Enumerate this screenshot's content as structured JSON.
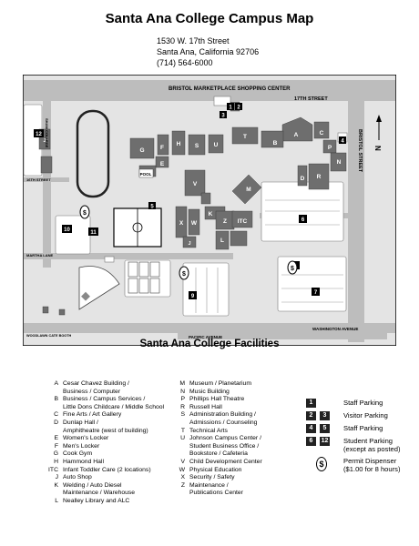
{
  "header": {
    "title": "Santa Ana College Campus Map",
    "address_line1": "1530 W. 17th Street",
    "address_line2": "Santa Ana, California 92706",
    "phone": "(714) 564-6000"
  },
  "map": {
    "streets": {
      "top": "BRISTOL MARKETPLACE SHOPPING CENTER",
      "seventeenth": "17TH STREET",
      "right": "BRISTOL STREET",
      "bottom": "WASHINGTON AVENUE",
      "pacific": "PACIFIC AVENUE",
      "left_ave": "SHAW COLLEGE",
      "sixteenth": "16TH STREET",
      "martha": "MARTHA LANE",
      "corner": "WOODLAWN CATE BOOTH"
    },
    "north_label": "N",
    "pool_label": "POOL",
    "buildings": [
      "A",
      "B",
      "C",
      "D",
      "E",
      "F",
      "G",
      "H",
      "J",
      "K",
      "L",
      "M",
      "N",
      "P",
      "R",
      "S",
      "T",
      "U",
      "V",
      "W",
      "X",
      "Z",
      "ITC"
    ],
    "lots": [
      "1",
      "2",
      "3",
      "4",
      "5",
      "6",
      "7",
      "8",
      "9",
      "10",
      "11",
      "12"
    ],
    "colors": {
      "building": "#6e6e6e",
      "road": "#bdbdbd",
      "ground": "#e4e4e4",
      "lot": "#ffffff",
      "frame": "#000000"
    }
  },
  "facilities": {
    "title": "Santa Ana College Facilities",
    "left": [
      {
        "code": "A",
        "lines": [
          "Cesar Chavez Building /",
          "Business / Computer"
        ]
      },
      {
        "code": "B",
        "lines": [
          "Business / Campus Services /",
          "Little Dons Childcare / Middle School"
        ]
      },
      {
        "code": "C",
        "lines": [
          "Fine Arts / Art Gallery"
        ]
      },
      {
        "code": "D",
        "lines": [
          "Dunlap Hall /",
          "Amphitheatre (west of building)"
        ]
      },
      {
        "code": "E",
        "lines": [
          "Women's Locker"
        ]
      },
      {
        "code": "F",
        "lines": [
          "Men's Locker"
        ]
      },
      {
        "code": "G",
        "lines": [
          "Cook Gym"
        ]
      },
      {
        "code": "H",
        "lines": [
          "Hammond Hall"
        ]
      },
      {
        "code": "ITC",
        "lines": [
          "Infant Toddler Care (2 locations)"
        ]
      },
      {
        "code": "J",
        "lines": [
          "Auto Shop"
        ]
      },
      {
        "code": "K",
        "lines": [
          "Welding / Auto Diesel",
          "Maintenance / Warehouse"
        ]
      },
      {
        "code": "L",
        "lines": [
          "Nealley Library and ALC"
        ]
      }
    ],
    "middle": [
      {
        "code": "M",
        "lines": [
          "Museum / Planetarium"
        ]
      },
      {
        "code": "N",
        "lines": [
          "Music Building"
        ]
      },
      {
        "code": "P",
        "lines": [
          "Phillips Hall Theatre"
        ]
      },
      {
        "code": "R",
        "lines": [
          "Russell Hall"
        ]
      },
      {
        "code": "S",
        "lines": [
          "Administration Building /",
          "Admissions / Counseling"
        ]
      },
      {
        "code": "T",
        "lines": [
          "Technical Arts"
        ]
      },
      {
        "code": "U",
        "lines": [
          "Johnson Campus Center /",
          "Student Business Office /",
          "Bookstore / Cafeteria"
        ]
      },
      {
        "code": "V",
        "lines": [
          "Child Development Center"
        ]
      },
      {
        "code": "W",
        "lines": [
          "Physical Education"
        ]
      },
      {
        "code": "X",
        "lines": [
          "Security / Safety"
        ]
      },
      {
        "code": "Z",
        "lines": [
          "Maintenance /",
          "Publications Center"
        ]
      }
    ]
  },
  "parking": [
    {
      "codes": [
        "1"
      ],
      "lines": [
        "Staff Parking"
      ]
    },
    {
      "codes": [
        "2",
        "3"
      ],
      "lines": [
        "Visitor Parking"
      ]
    },
    {
      "codes": [
        "4",
        "5"
      ],
      "lines": [
        "Staff Parking"
      ]
    },
    {
      "codes": [
        "6",
        "12"
      ],
      "lines": [
        "Student Parking",
        "(except as posted)"
      ]
    }
  ],
  "dispenser": {
    "symbol": "$",
    "lines": [
      "Permit Dispenser",
      "($1.00 for 8 hours)"
    ]
  }
}
